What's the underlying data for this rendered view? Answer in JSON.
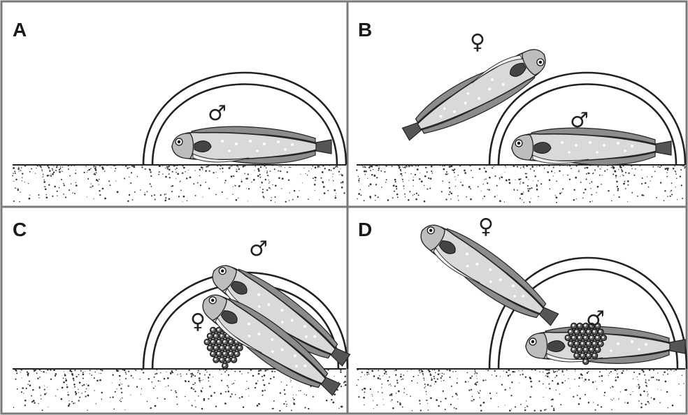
{
  "panels": [
    {
      "label": "A",
      "fish": [
        {
          "sex": "male",
          "symbol": "♂"
        }
      ],
      "eggs": false
    },
    {
      "label": "B",
      "fish": [
        {
          "sex": "female",
          "symbol": "♀"
        },
        {
          "sex": "male",
          "symbol": "♂"
        }
      ],
      "eggs": false
    },
    {
      "label": "C",
      "fish": [
        {
          "sex": "male",
          "symbol": "♂"
        },
        {
          "sex": "female",
          "symbol": "♀"
        }
      ],
      "eggs": true
    },
    {
      "label": "D",
      "fish": [
        {
          "sex": "female",
          "symbol": "♀"
        },
        {
          "sex": "male",
          "symbol": "♂"
        }
      ],
      "eggs": true
    }
  ],
  "colors": {
    "frame": "#7a7a7a",
    "line": "#222222",
    "background": "#ffffff"
  }
}
